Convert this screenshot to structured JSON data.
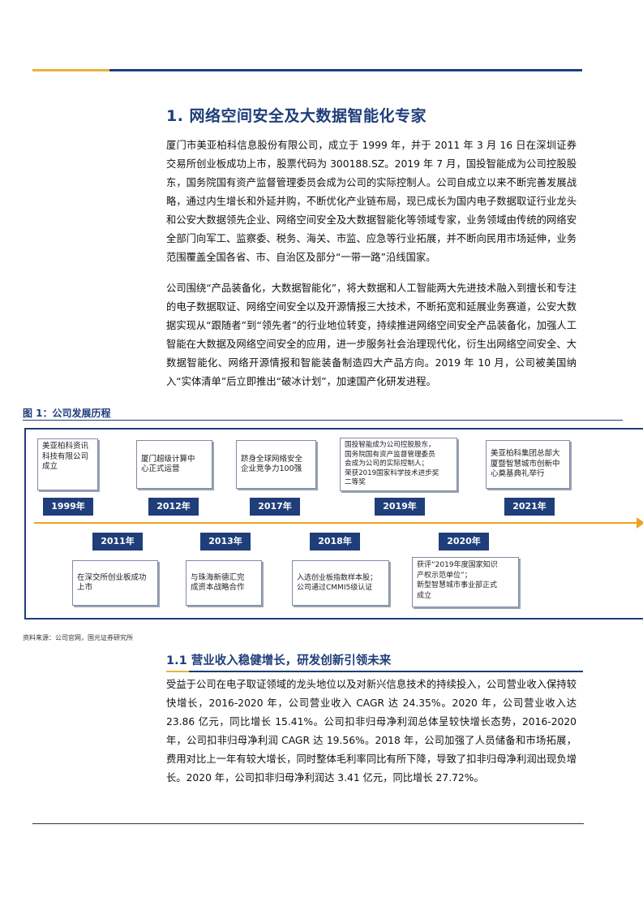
{
  "section": {
    "title": "1. 网络空间安全及大数据智能化专家",
    "paragraphs": [
      "厦门市美亚柏科信息股份有限公司，成立于 1999 年，并于 2011 年 3 月 16 日在深圳证券交易所创业板成功上市，股票代码为 300188.SZ。2019 年 7 月，国投智能成为公司控股股东，国务院国有资产监督管理委员会成为公司的实际控制人。公司自成立以来不断完善发展战略，通过内生增长和外延并购，不断优化产业链布局，现已成长为国内电子数据取证行业龙头和公安大数据领先企业、网络空间安全及大数据智能化等领域专家，业务领域由传统的网络安全部门向军工、监察委、税务、海关、市监、应急等行业拓展，并不断向民用市场延伸，业务范围覆盖全国各省、市、自治区及部分“一带一路”沿线国家。",
      "公司围绕“产品装备化，大数据智能化”，将大数据和人工智能两大先进技术融入到擅长和专注的电子数据取证、网络空间安全以及开源情报三大技术，不断拓宽和延展业务赛道，公安大数据实现从“跟随者”到“领先者”的行业地位转变，持续推进网络空间安全产品装备化，加强人工智能在大数据及网络空间安全的应用，进一步服务社会治理现代化，衍生出网络空间安全、大数据智能化、网络开源情报和智能装备制造四大产品方向。2019 年 10 月，公司被美国纳入“实体清单”后立即推出“破冰计划”，加速国产化研发进程。"
    ]
  },
  "figure": {
    "title": "图 1：公司发展历程",
    "source": "资料来源：公司官网，国元证券研究所",
    "top_events": [
      {
        "year": "1999年",
        "lines": [
          "美亚柏科资讯",
          "科技有限公司",
          "成立"
        ]
      },
      {
        "year": "2012年",
        "lines": [
          "厦门超级计算中",
          "心正式运营"
        ]
      },
      {
        "year": "2017年",
        "lines": [
          "跻身全球网络安全",
          "企业竞争力100强"
        ]
      },
      {
        "year": "2019年",
        "lines": [
          "国投智能成为公司控股股东，",
          "国务院国有资产监督管理委员",
          "会成为公司的实际控制人；",
          "荣获2019国家科学技术进步奖",
          "二等奖"
        ]
      },
      {
        "year": "2021年",
        "lines": [
          "美亚柏科集团总部大",
          "厦暨智慧城市创新中",
          "心奠基典礼举行"
        ]
      }
    ],
    "bottom_events": [
      {
        "year": "2011年",
        "lines": [
          "在深交所创业板成功",
          "上市"
        ]
      },
      {
        "year": "2013年",
        "lines": [
          "与珠海新德汇完",
          "成资本战略合作"
        ]
      },
      {
        "year": "2018年",
        "lines": [
          "入选创业板指数样本股；",
          "公司通过CMMI5级认证"
        ]
      },
      {
        "year": "2020年",
        "lines": [
          "获评“2019年度国家知识",
          "产权示范单位”；",
          "新型智慧城市事业部正式",
          "成立"
        ]
      }
    ]
  },
  "subsection": {
    "title": "1.1  营业收入稳健增长，研发创新引领未来",
    "paragraph": "受益于公司在电子取证领域的龙头地位以及对新兴信息技术的持续投入，公司营业收入保持较快增长，2016-2020 年，公司营业收入 CAGR 达 24.35%。2020 年，公司营业收入达 23.86 亿元，同比增长 15.41%。公司扣非归母净利润总体呈较快增长态势，2016-2020 年，公司扣非归母净利润 CAGR 达 19.56%。2018 年，公司加强了人员储备和市场拓展，费用对比上一年有较大增长，同时整体毛利率同比有所下降，导致了扣非归母净利润出现负增长。2020 年，公司扣非归母净利润达 3.41 亿元，同比增长 27.72%。"
  },
  "colors": {
    "brand": "#1f3e7a",
    "accent": "#e8b33a",
    "timeline": "#f0a21b"
  }
}
